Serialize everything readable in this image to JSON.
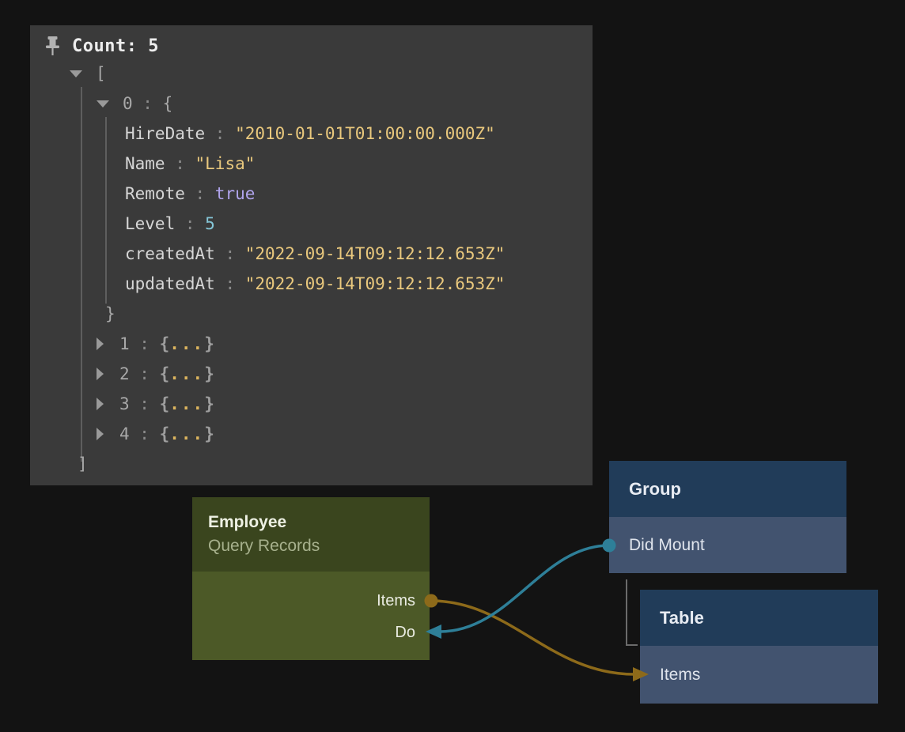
{
  "inspector": {
    "title": "Count: 5",
    "pin_icon": "pushpin-icon",
    "panel_bg": "#3a3a3a",
    "rows": [
      {
        "bracket": "["
      },
      {
        "index": "0",
        "sep": " : ",
        "open": "{"
      },
      {
        "key": "HireDate",
        "sep": " : ",
        "value": "\"2010-01-01T01:00:00.000Z\"",
        "type": "string"
      },
      {
        "key": "Name",
        "sep": " : ",
        "value": "\"Lisa\"",
        "type": "string"
      },
      {
        "key": "Remote",
        "sep": " : ",
        "value": "true",
        "type": "boolean"
      },
      {
        "key": "Level",
        "sep": " : ",
        "value": "5",
        "type": "number"
      },
      {
        "key": "createdAt",
        "sep": " : ",
        "value": "\"2022-09-14T09:12:12.653Z\"",
        "type": "string"
      },
      {
        "key": "updatedAt",
        "sep": " : ",
        "value": "\"2022-09-14T09:12:12.653Z\"",
        "type": "string"
      },
      {
        "close": "}"
      },
      {
        "index": "1",
        "sep": " : ",
        "open": "{",
        "dots": "...",
        "closeBrace": "}"
      },
      {
        "index": "2",
        "sep": " : ",
        "open": "{",
        "dots": "...",
        "closeBrace": "}"
      },
      {
        "index": "3",
        "sep": " : ",
        "open": "{",
        "dots": "...",
        "closeBrace": "}"
      },
      {
        "index": "4",
        "sep": " : ",
        "open": "{",
        "dots": "...",
        "closeBrace": "}"
      },
      {
        "bracket": "]"
      }
    ],
    "token_colors": {
      "string": "#e9c87d",
      "boolean": "#b0a4ec",
      "number": "#85c7d8",
      "key": "#d6d6d6"
    }
  },
  "nodes": {
    "employee": {
      "title": "Employee",
      "subtitle": "Query Records",
      "header_color": "#3a451e",
      "body_color": "#4c5927",
      "ports": [
        {
          "label": "Items",
          "kind": "data-output"
        },
        {
          "label": "Do",
          "kind": "signal-input"
        }
      ]
    },
    "group": {
      "title": "Group",
      "header_color": "#213c59",
      "body_color": "#42536f",
      "ports": [
        {
          "label": "Did Mount",
          "kind": "signal-output"
        }
      ]
    },
    "table": {
      "title": "Table",
      "header_color": "#213c59",
      "body_color": "#42536f",
      "ports": [
        {
          "label": "Items",
          "kind": "data-input"
        }
      ]
    }
  },
  "connections": {
    "signal_color": "#2e7f98",
    "data_color": "#8d6a1a",
    "hierarchy_color": "#6b6b6b",
    "links": [
      {
        "from": "Group.Did Mount",
        "to": "Employee.Do",
        "color": "#2e7f98"
      },
      {
        "from": "Employee.Items",
        "to": "Table.Items",
        "color": "#8d6a1a"
      }
    ]
  }
}
